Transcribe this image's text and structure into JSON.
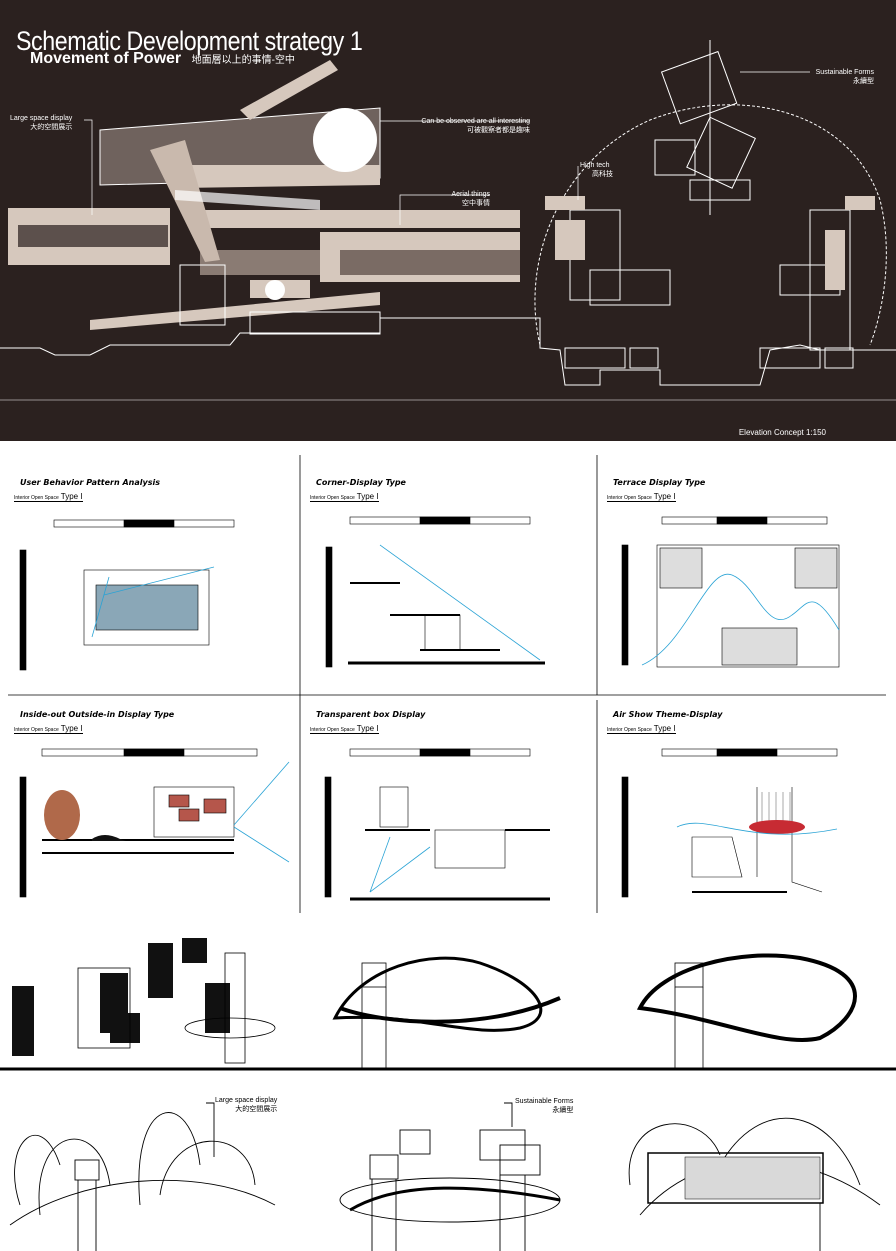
{
  "header": {
    "title": "Schematic Development strategy 1",
    "subtitle": "Movement of Power",
    "subtitle_cn": "地面層以上的事情-空中"
  },
  "elevation_labels": {
    "large_space_en": "Large space display",
    "large_space_cn": "大的空間展示",
    "observe_en": "Can be observed are all interesting",
    "observe_cn": "可被觀察者都是趣味",
    "aerial_en": "Aerial things",
    "aerial_cn": "空中事情",
    "hightech_en": "High tech",
    "hightech_cn": "高科技",
    "sustainable_en": "Sustainable Forms",
    "sustainable_cn": "永續型",
    "caption": "Elevation Concept 1:150"
  },
  "panels": [
    {
      "title": "User Behavior Pattern Analysis",
      "type_prefix": "Interior Open Space",
      "type": "Type I"
    },
    {
      "title": "Corner-Display Type",
      "type_prefix": "Interior Open Space",
      "type": "Type I"
    },
    {
      "title": "Terrace Display Type",
      "type_prefix": "Interior Open Space",
      "type": "Type I"
    },
    {
      "title": "Inside-out Outside-in Display Type",
      "type_prefix": "Interior Open Space",
      "type": "Type I"
    },
    {
      "title": "Transparent box Display",
      "type_prefix": "Interior Open Space",
      "type": "Type I"
    },
    {
      "title": "Air Show Theme-Display",
      "type_prefix": "Interior Open Space",
      "type": "Type I"
    }
  ],
  "sketch_labels": {
    "large_space_en": "Large space display",
    "large_space_cn": "大的空間展示",
    "sustainable_en": "Sustainable Forms",
    "sustainable_cn": "永續型"
  }
}
